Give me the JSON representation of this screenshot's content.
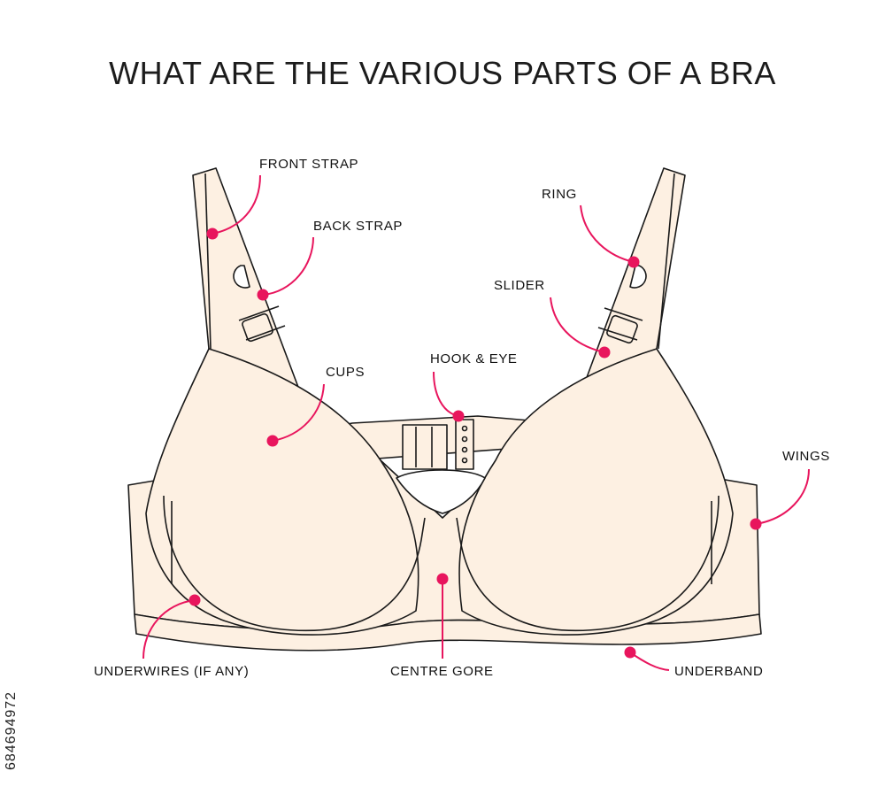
{
  "title": "WHAT ARE THE VARIOUS PARTS OF A BRA",
  "stock_id": "684694972",
  "colors": {
    "fabric": "#fdf0e2",
    "outline": "#1a1a1a",
    "marker": "#e8155d",
    "background": "#ffffff"
  },
  "labels": {
    "front_strap": "FRONT STRAP",
    "back_strap": "BACK STRAP",
    "ring": "RING",
    "slider": "SLIDER",
    "hook_eye": "HOOK & EYE",
    "cups": "CUPS",
    "wings": "WINGS",
    "underwires": "UNDERWIRES (IF ANY)",
    "centre_gore": "CENTRE GORE",
    "underband": "UNDERBAND"
  }
}
